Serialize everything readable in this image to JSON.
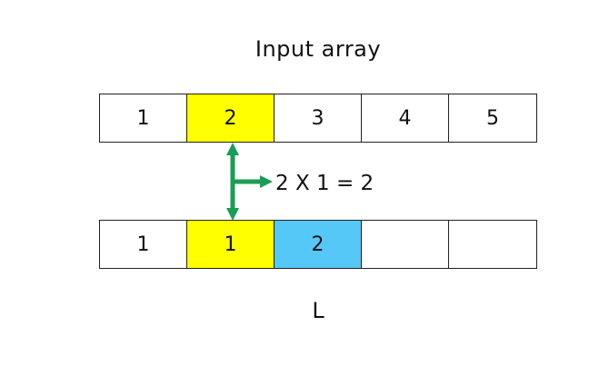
{
  "title": "Input array",
  "input_array": {
    "cells": [
      {
        "value": "1",
        "color": "#ffffff"
      },
      {
        "value": "2",
        "color": "#ffff00"
      },
      {
        "value": "3",
        "color": "#ffffff"
      },
      {
        "value": "4",
        "color": "#ffffff"
      },
      {
        "value": "5",
        "color": "#ffffff"
      }
    ]
  },
  "operation": "2 X 1 = 2",
  "output_array": {
    "label": "L",
    "cells": [
      {
        "value": "1",
        "color": "#ffffff"
      },
      {
        "value": "1",
        "color": "#ffff00"
      },
      {
        "value": "2",
        "color": "#56c8f7"
      },
      {
        "value": "",
        "color": "#ffffff"
      },
      {
        "value": "",
        "color": "#ffffff"
      }
    ]
  },
  "arrow_color": "#1a9e55"
}
